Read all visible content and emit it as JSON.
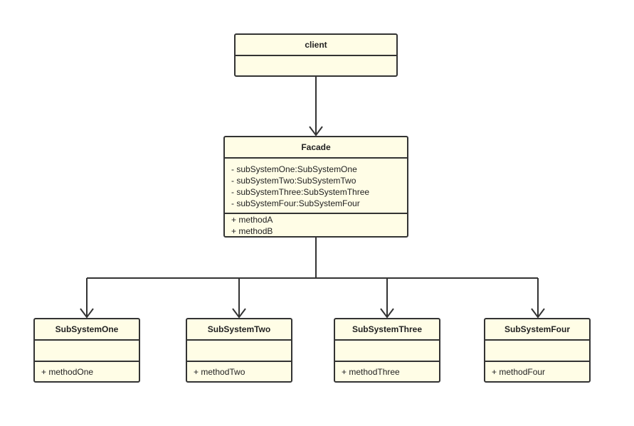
{
  "classes": [
    {
      "name": "client",
      "attributes": [],
      "methods": []
    },
    {
      "name": "Facade",
      "attributes": [
        "- subSystemOne:SubSystemOne",
        "- subSystemTwo:SubSystemTwo",
        "- subSystemThree:SubSystemThree",
        "- subSystemFour:SubSystemFour"
      ],
      "methods": [
        "+ methodA",
        "+ methodB"
      ]
    },
    {
      "name": "SubSystemOne",
      "attributes": [],
      "methods": [
        "+ methodOne"
      ]
    },
    {
      "name": "SubSystemTwo",
      "attributes": [],
      "methods": [
        "+ methodTwo"
      ]
    },
    {
      "name": "SubSystemThree",
      "attributes": [],
      "methods": [
        "+ methodThree"
      ]
    },
    {
      "name": "SubSystemFour",
      "attributes": [],
      "methods": [
        "+ methodFour"
      ]
    }
  ],
  "colors": {
    "fill": "#fffde6",
    "stroke": "#333333",
    "text": "#222222"
  }
}
